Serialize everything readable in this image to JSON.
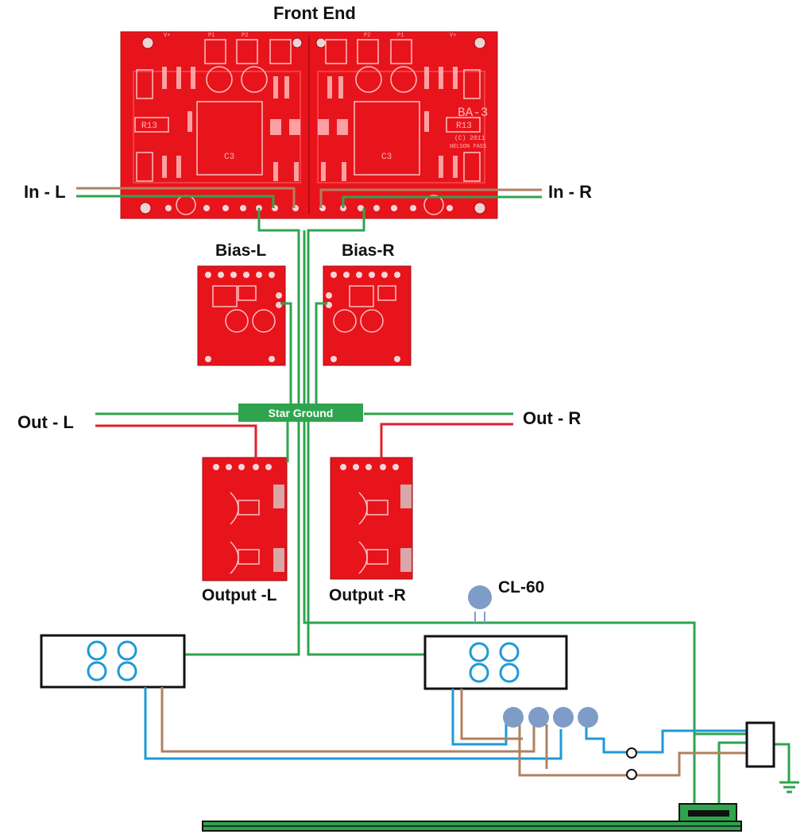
{
  "title": "Front End",
  "labels": {
    "in_left": "In - L",
    "in_right": "In - R",
    "bias_left": "Bias-L",
    "bias_right": "Bias-R",
    "out_left": "Out - L",
    "out_right": "Out - R",
    "star_ground": "Star Ground",
    "output_left": "Output -L",
    "output_right": "Output -R",
    "thermistor": "CL-60"
  },
  "pcb_text": {
    "board_name": "BA-3",
    "r13": "R13",
    "copyright": "(C) 2011",
    "designer": "NELSON PASS",
    "c3": "C3",
    "p1": "P1",
    "p2": "P2",
    "v_plus": "V+"
  },
  "colors": {
    "pcb_red": "#e8141c",
    "ground_wire": "#2ea44f",
    "signal_wire_brown": "#b08060",
    "output_wire_red": "#e0202a",
    "mains_blue": "#1e9ad6",
    "diode_fill": "#7f9cc8",
    "transformer_ring": "#1e9ad6"
  },
  "icons": [
    "transformer-icon",
    "rectifier-diode-icon",
    "fuse-icon",
    "iec-inlet-icon",
    "earth-ground-icon",
    "heatsink-icon"
  ]
}
